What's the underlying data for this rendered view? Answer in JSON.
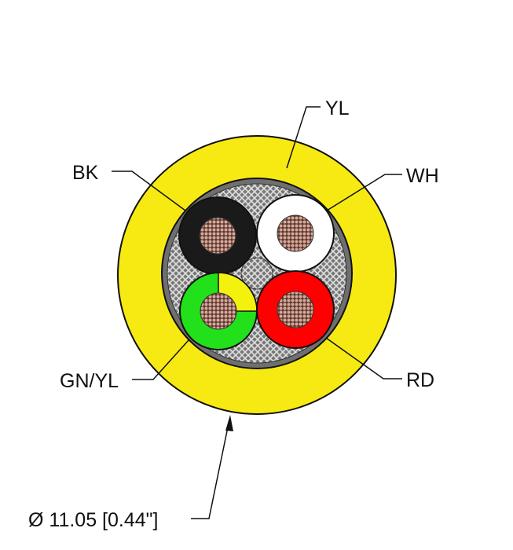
{
  "labels": {
    "jacket": "YL",
    "black": "BK",
    "white": "WH",
    "green_yellow": "GN/YL",
    "red": "RD"
  },
  "dimension": "Ø 11.05 [0.44\"]",
  "colors": {
    "jacket": "#f7ea12",
    "black": "#1a1a1a",
    "white": "#ffffff",
    "green": "#22e01a",
    "yellow": "#f5f10f",
    "red": "#ff0000",
    "copper": "#c99a8a",
    "filler": "#8a8a8a"
  }
}
